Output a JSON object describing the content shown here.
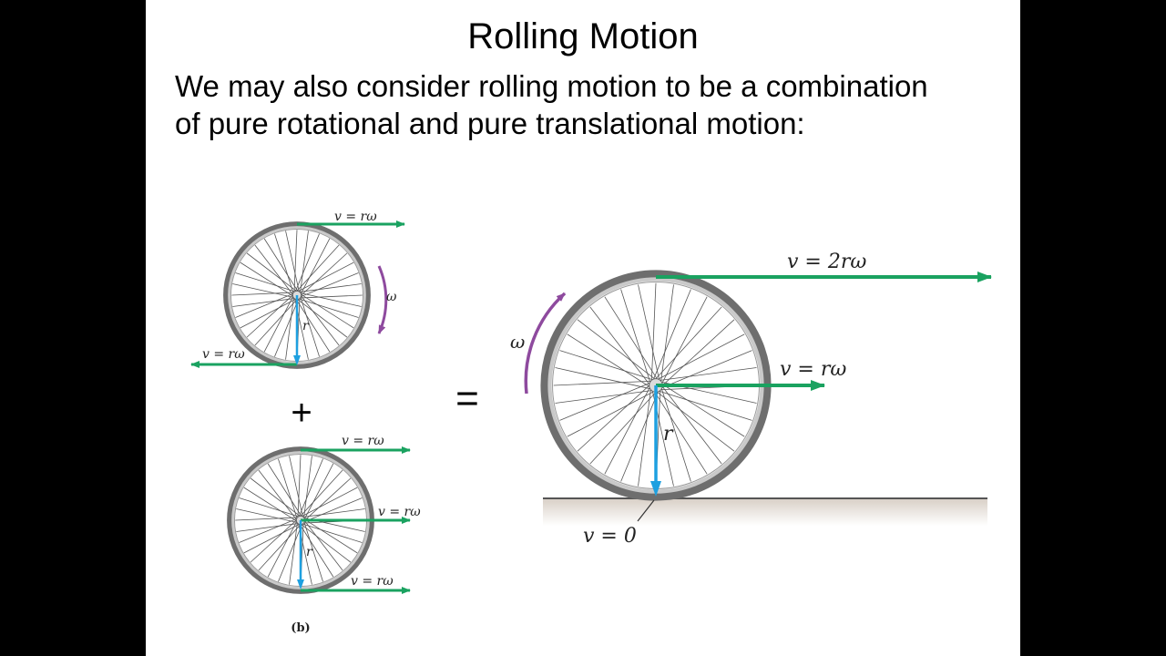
{
  "slide": {
    "title": "Rolling Motion",
    "body_lines": [
      "We may also consider rolling motion to be a combination",
      "of pure rotational and pure translational motion:"
    ]
  },
  "diagram": {
    "rotation_wheel": {
      "top_label": "v = rω",
      "bottom_label": "v = rω",
      "omega_label": "ω",
      "radius_label": "r"
    },
    "plus_sign": "+",
    "translation_wheel": {
      "top_label": "v = rω",
      "center_label": "v = rω",
      "bottom_label": "v = rω",
      "radius_label": "r"
    },
    "caption": "(b)",
    "equals_sign": "=",
    "rolling_wheel": {
      "top_label": "v = 2rω",
      "center_label": "v = rω",
      "contact_label": "v = 0",
      "omega_label": "ω",
      "radius_label": "r"
    },
    "colors": {
      "velocity_arrow": "#1aa260",
      "radius_arrow": "#1ea0e0",
      "omega_arrow": "#8e4a9e",
      "tire": "#8a8a8a",
      "spoke": "#555555"
    }
  }
}
